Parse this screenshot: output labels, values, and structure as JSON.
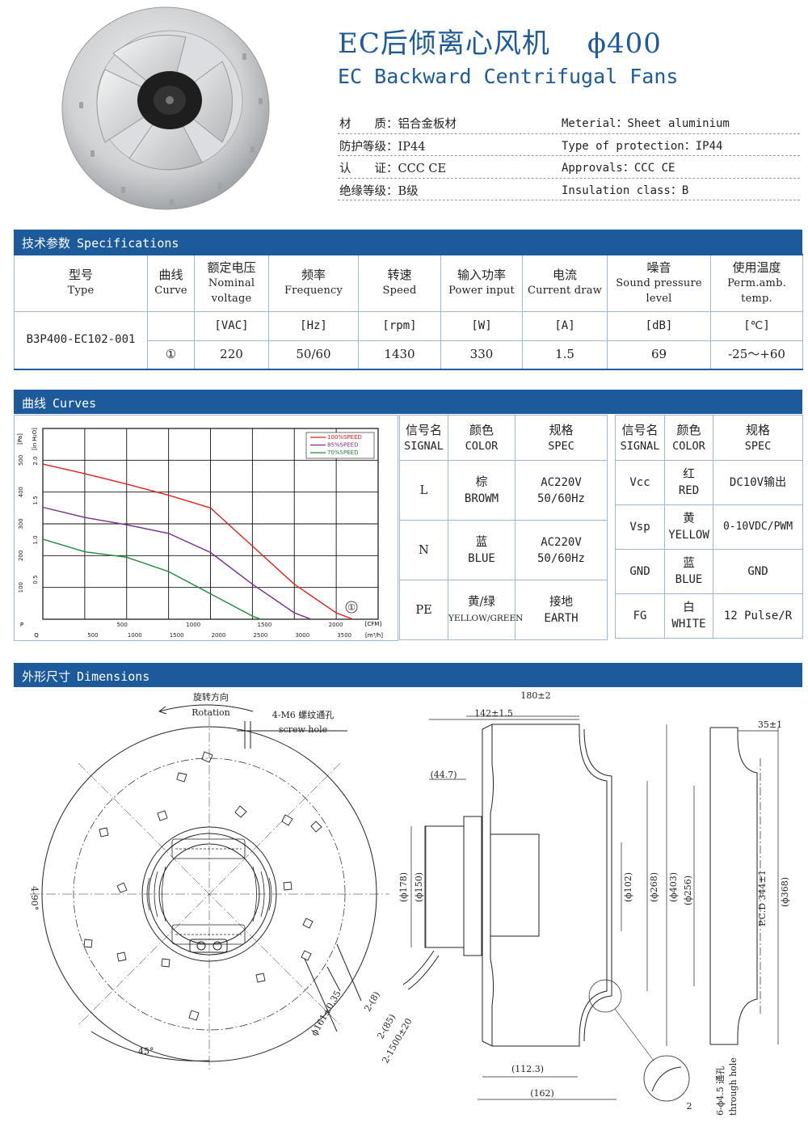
{
  "header": {
    "title_cn": "EC后倾离心风机",
    "title_size": "ϕ400",
    "title_en": "EC Backward Centrifugal Fans",
    "properties": [
      {
        "cn": "材　　质：铝合金板材",
        "en": "Meterial：Sheet aluminium"
      },
      {
        "cn": "防护等级：IP44",
        "en": "Type of protection：IP44"
      },
      {
        "cn": "认　　证：CCC CE",
        "en": "Approvals：CCC CE"
      },
      {
        "cn": "绝缘等级：B级",
        "en": "Insulation class：B"
      }
    ]
  },
  "sections": {
    "spec": {
      "cn": "技术参数",
      "en": "Specifications"
    },
    "curves": {
      "cn": "曲线",
      "en": "Curves"
    },
    "dimensions": {
      "cn": "外形尺寸",
      "en": "Dimensions"
    }
  },
  "spec_table": {
    "headers": [
      {
        "cn": "型号",
        "en": "Type"
      },
      {
        "cn": "曲线",
        "en": "Curve"
      },
      {
        "cn": "额定电压",
        "en": "Nominal voltage"
      },
      {
        "cn": "频率",
        "en": "Frequency"
      },
      {
        "cn": "转速",
        "en": "Speed"
      },
      {
        "cn": "输入功率",
        "en": "Power input"
      },
      {
        "cn": "电流",
        "en": "Current draw"
      },
      {
        "cn": "噪音",
        "en": "Sound pressure level"
      },
      {
        "cn": "使用温度",
        "en": "Perm.amb. temp."
      }
    ],
    "units": [
      "[VAC]",
      "[Hz]",
      "[rpm]",
      "[W]",
      "[A]",
      "[dB]",
      "[℃]"
    ],
    "row": {
      "type": "B3P400-EC102-001",
      "curve": "①",
      "values": [
        "220",
        "50/60",
        "1430",
        "330",
        "1.5",
        "69",
        "-25～+60"
      ]
    }
  },
  "chart_data": {
    "type": "line",
    "x_unit_top": "[CFM]",
    "x_unit_bottom": "[m³/h]",
    "x_axis_label": "Q",
    "y_axis_label": "P",
    "y_unit_pa": "[Pa]",
    "y_unit_inh2o": "[in H₂O]",
    "x_ticks_cfm": [
      "500",
      "1000",
      "1500",
      "2000"
    ],
    "x_ticks_m3h": [
      "500",
      "1000",
      "1500",
      "2000",
      "2500",
      "3000",
      "3500"
    ],
    "y_ticks_pa": [
      "100",
      "200",
      "300",
      "400",
      "500"
    ],
    "y_ticks_inh2o": [
      "0.5",
      "1.0",
      "1.5",
      "2.0"
    ],
    "xlim": [
      0,
      4000
    ],
    "ylim": [
      0,
      600
    ],
    "curve_marker": "①",
    "series": [
      {
        "name": "100%SPEED",
        "color": "#e02020",
        "x": [
          0,
          500,
          1000,
          1500,
          2000,
          2500,
          3000,
          3500,
          3700
        ],
        "y": [
          488,
          458,
          425,
          390,
          350,
          230,
          110,
          20,
          0
        ]
      },
      {
        "name": "85%SPEED",
        "color": "#7a2a90",
        "x": [
          0,
          500,
          1000,
          1500,
          2000,
          2500,
          3000,
          3200
        ],
        "y": [
          352,
          320,
          297,
          270,
          210,
          110,
          20,
          0
        ]
      },
      {
        "name": "70%SPEED",
        "color": "#1f8a3a",
        "x": [
          0,
          500,
          1000,
          1500,
          2000,
          2500,
          2600
        ],
        "y": [
          252,
          212,
          195,
          150,
          80,
          10,
          0
        ]
      }
    ]
  },
  "signals_left": {
    "headers": [
      {
        "cn": "信号名",
        "en": "SIGNAL"
      },
      {
        "cn": "颜色",
        "en": "COLOR"
      },
      {
        "cn": "规格",
        "en": "SPEC"
      }
    ],
    "rows": [
      {
        "signal": "L",
        "color_cn": "棕",
        "color_en": "BROWM",
        "spec1": "AC220V",
        "spec2": "50/60Hz"
      },
      {
        "signal": "N",
        "color_cn": "蓝",
        "color_en": "BLUE",
        "spec1": "AC220V",
        "spec2": "50/60Hz"
      },
      {
        "signal": "PE",
        "color_cn": "黄/绿",
        "color_en": "YELLOW/GREEN",
        "spec1": "接地",
        "spec2": "EARTH"
      }
    ]
  },
  "signals_right": {
    "headers": [
      {
        "cn": "信号名",
        "en": "SIGNAL"
      },
      {
        "cn": "颜色",
        "en": "COLOR"
      },
      {
        "cn": "规格",
        "en": "SPEC"
      }
    ],
    "rows": [
      {
        "signal": "Vcc",
        "color_cn": "红",
        "color_en": "RED",
        "spec": "DC10V输出"
      },
      {
        "signal": "Vsp",
        "color_cn": "黄",
        "color_en": "YELLOW",
        "spec": "0-10VDC/PWM"
      },
      {
        "signal": "GND",
        "color_cn": "蓝",
        "color_en": "BLUE",
        "spec": "GND"
      },
      {
        "signal": "FG",
        "color_cn": "白",
        "color_en": "WHITE",
        "spec": "12 Pulse/R"
      }
    ]
  },
  "dimensions": {
    "rotation_cn": "旋转方向",
    "rotation_en": "Rotation",
    "screw_cn": "4-M6 螺纹通孔",
    "screw_en": "screw hole",
    "angle_90": "4-90°",
    "angle_45": "45°",
    "pcd_161": "ϕ161±0.35",
    "cable_8": "2-(8)",
    "cable_85": "2-(85)",
    "cable_1500": "2-1500±20",
    "d_180": "180±2",
    "d_142": "142±1.5",
    "d_44": "(44.7)",
    "d_178": "(ϕ178)",
    "d_150": "(ϕ150)",
    "d_102": "(ϕ102)",
    "d_268": "(ϕ268)",
    "d_403": "(ϕ403)",
    "d_112": "(112.3)",
    "d_162": "(162)",
    "d_2": "2",
    "d_35": "35±1",
    "d_256": "(ϕ256)",
    "d_pcd344": "P.C.D 344±1",
    "d_368": "(ϕ368)",
    "hole_cn": "6-ϕ4.5 通孔",
    "hole_en": "through hole"
  },
  "colors": {
    "accent": "#1d5a9c",
    "border": "#9db8d3"
  }
}
